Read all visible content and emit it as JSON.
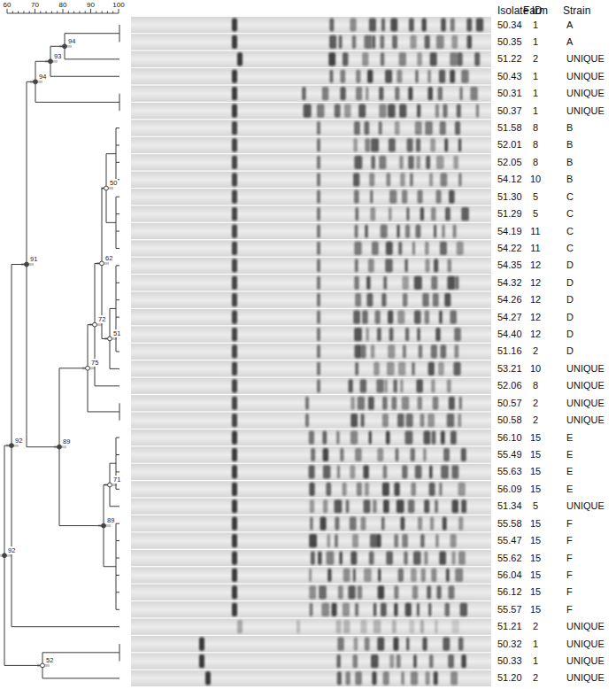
{
  "diagram": {
    "labels": [
      "60",
      "70",
      "80",
      "90",
      "100",
      "Isolate ID",
      "Farm",
      "Strain",
      "50.34",
      "1",
      "A",
      "50.35",
      "1",
      "A",
      "51.22",
      "2",
      "UNIQUE",
      "50.43",
      "1",
      "UNIQUE",
      "50.31",
      "1",
      "UNIQUE",
      "50.37",
      "1",
      "UNIQUE",
      "51.58",
      "8",
      "B",
      "52.01",
      "8",
      "B",
      "52.05",
      "8",
      "B",
      "54.12",
      "10",
      "B",
      "51.30",
      "5",
      "C",
      "51.29",
      "5",
      "C",
      "54.19",
      "11",
      "C",
      "54.22",
      "11",
      "C",
      "54.35",
      "12",
      "D",
      "54.32",
      "12",
      "D",
      "54.26",
      "12",
      "D",
      "54.27",
      "12",
      "D",
      "54.40",
      "12",
      "D",
      "51.16",
      "2",
      "D",
      "53.21",
      "10",
      "UNIQUE",
      "52.06",
      "8",
      "UNIQUE",
      "50.57",
      "2",
      "UNIQUE",
      "50.58",
      "2",
      "UNIQUE",
      "56.10",
      "15",
      "E",
      "55.49",
      "15",
      "E",
      "55.63",
      "15",
      "E",
      "56.09",
      "15",
      "E",
      "51.34",
      "5",
      "UNIQUE",
      "55.58",
      "15",
      "F",
      "55.47",
      "15",
      "F",
      "55.62",
      "15",
      "F",
      "56.04",
      "15",
      "F",
      "56.12",
      "15",
      "F",
      "55.57",
      "15",
      "F",
      "51.21",
      "2",
      "UNIQUE",
      "50.32",
      "1",
      "UNIQUE",
      "50.33",
      "1",
      "UNIQUE",
      "51.20",
      "2",
      "UNIQUE",
      "94",
      "93",
      "94",
      "50",
      "91",
      "62",
      "72",
      "51",
      "75",
      "89",
      "92",
      "71",
      "89",
      "92",
      "52"
    ]
  }
}
